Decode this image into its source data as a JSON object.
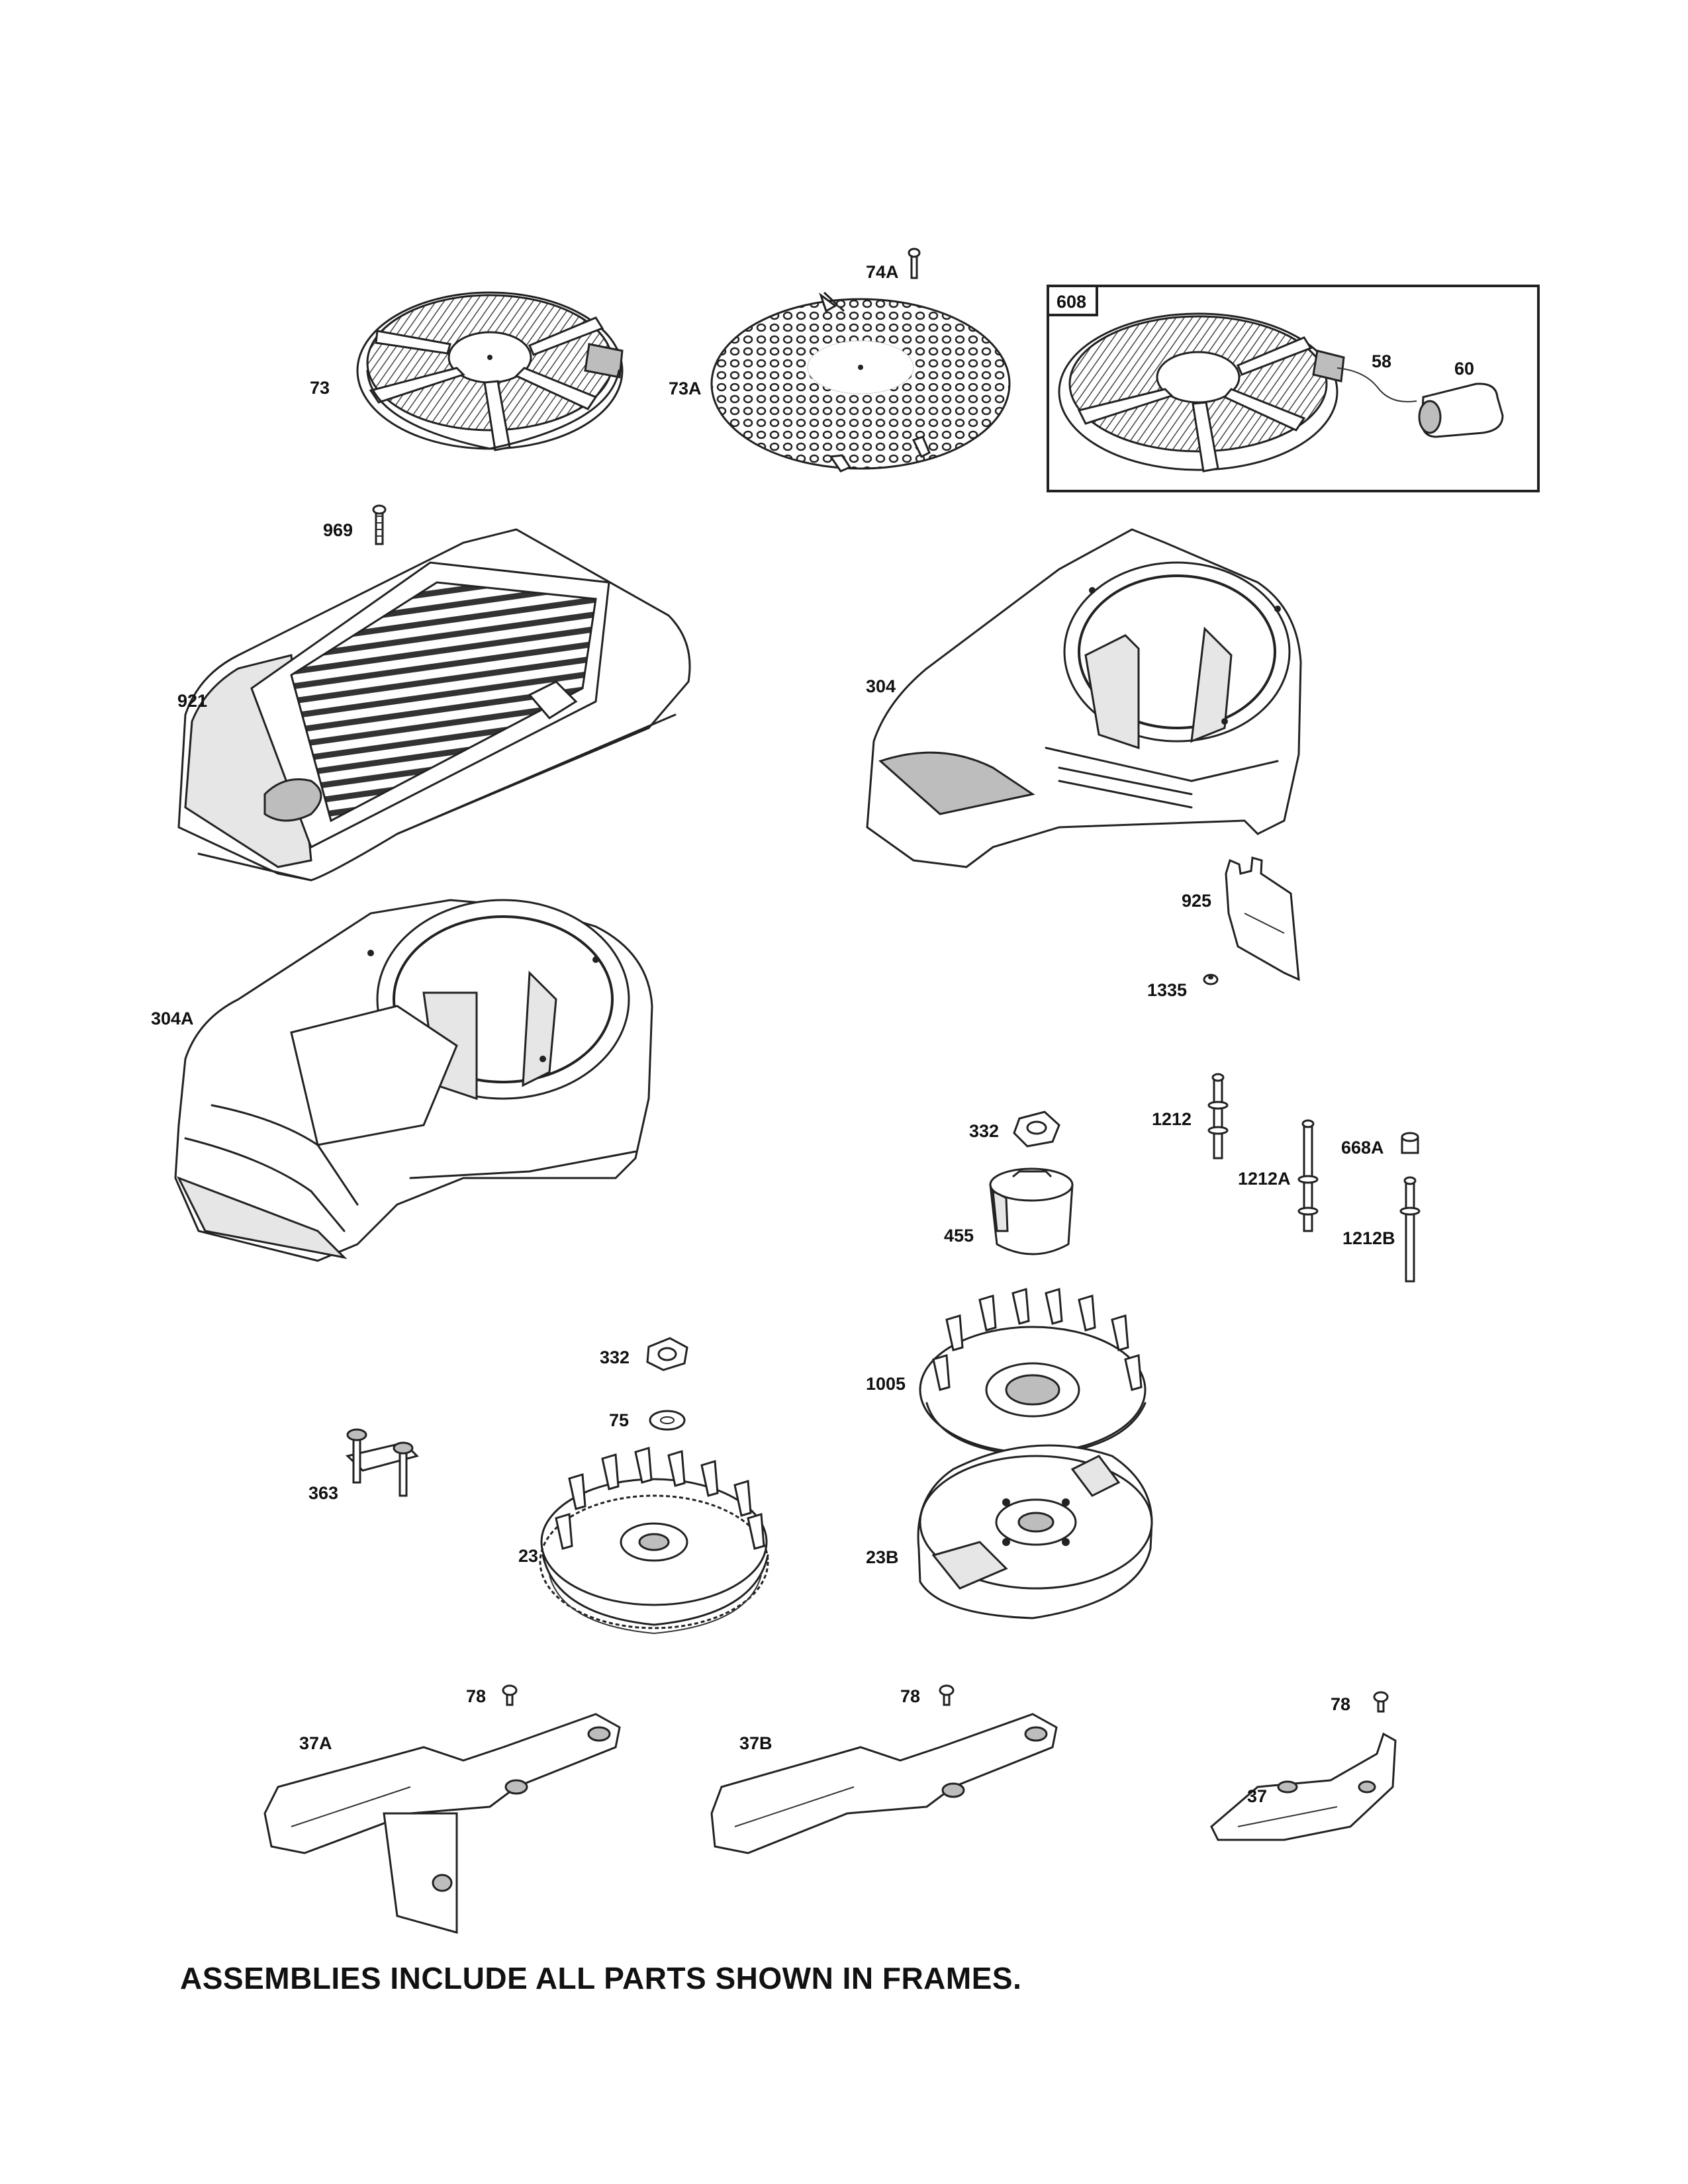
{
  "diagram": {
    "parts": [
      {
        "id": "p73",
        "label": "73"
      },
      {
        "id": "p74a",
        "label": "74A"
      },
      {
        "id": "p73a",
        "label": "73A"
      },
      {
        "id": "p969",
        "label": "969"
      },
      {
        "id": "p921",
        "label": "921"
      },
      {
        "id": "p304",
        "label": "304"
      },
      {
        "id": "p925",
        "label": "925"
      },
      {
        "id": "p1335",
        "label": "1335"
      },
      {
        "id": "p304a",
        "label": "304A"
      },
      {
        "id": "p332a",
        "label": "332"
      },
      {
        "id": "p1212",
        "label": "1212"
      },
      {
        "id": "p1212a",
        "label": "1212A"
      },
      {
        "id": "p668a",
        "label": "668A"
      },
      {
        "id": "p455",
        "label": "455"
      },
      {
        "id": "p1212b",
        "label": "1212B"
      },
      {
        "id": "p332b",
        "label": "332"
      },
      {
        "id": "p1005",
        "label": "1005"
      },
      {
        "id": "p75",
        "label": "75"
      },
      {
        "id": "p363",
        "label": "363"
      },
      {
        "id": "p23",
        "label": "23"
      },
      {
        "id": "p23b",
        "label": "23B"
      },
      {
        "id": "p78a",
        "label": "78"
      },
      {
        "id": "p37a",
        "label": "37A"
      },
      {
        "id": "p78b",
        "label": "78"
      },
      {
        "id": "p37b",
        "label": "37B"
      },
      {
        "id": "p78c",
        "label": "78"
      },
      {
        "id": "p37",
        "label": "37"
      },
      {
        "id": "p58",
        "label": "58"
      },
      {
        "id": "p60",
        "label": "60"
      }
    ],
    "frame": {
      "label": "608"
    }
  },
  "footer": {
    "note": "ASSEMBLIES INCLUDE ALL PARTS SHOWN IN FRAMES."
  }
}
